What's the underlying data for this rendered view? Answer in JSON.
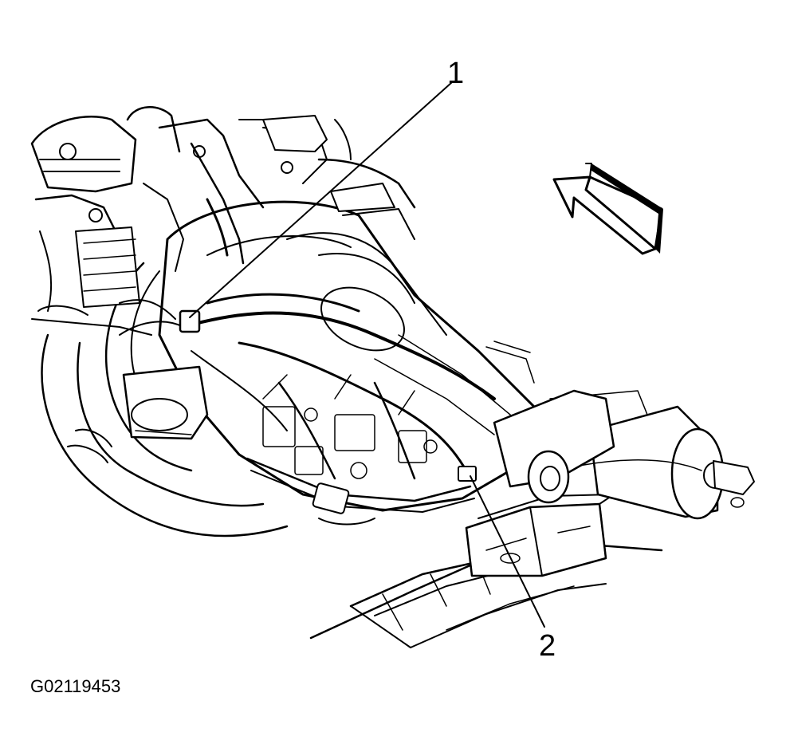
{
  "diagram": {
    "callouts": [
      {
        "label": "1"
      },
      {
        "label": "2"
      }
    ],
    "figure_id": "G02119453"
  }
}
